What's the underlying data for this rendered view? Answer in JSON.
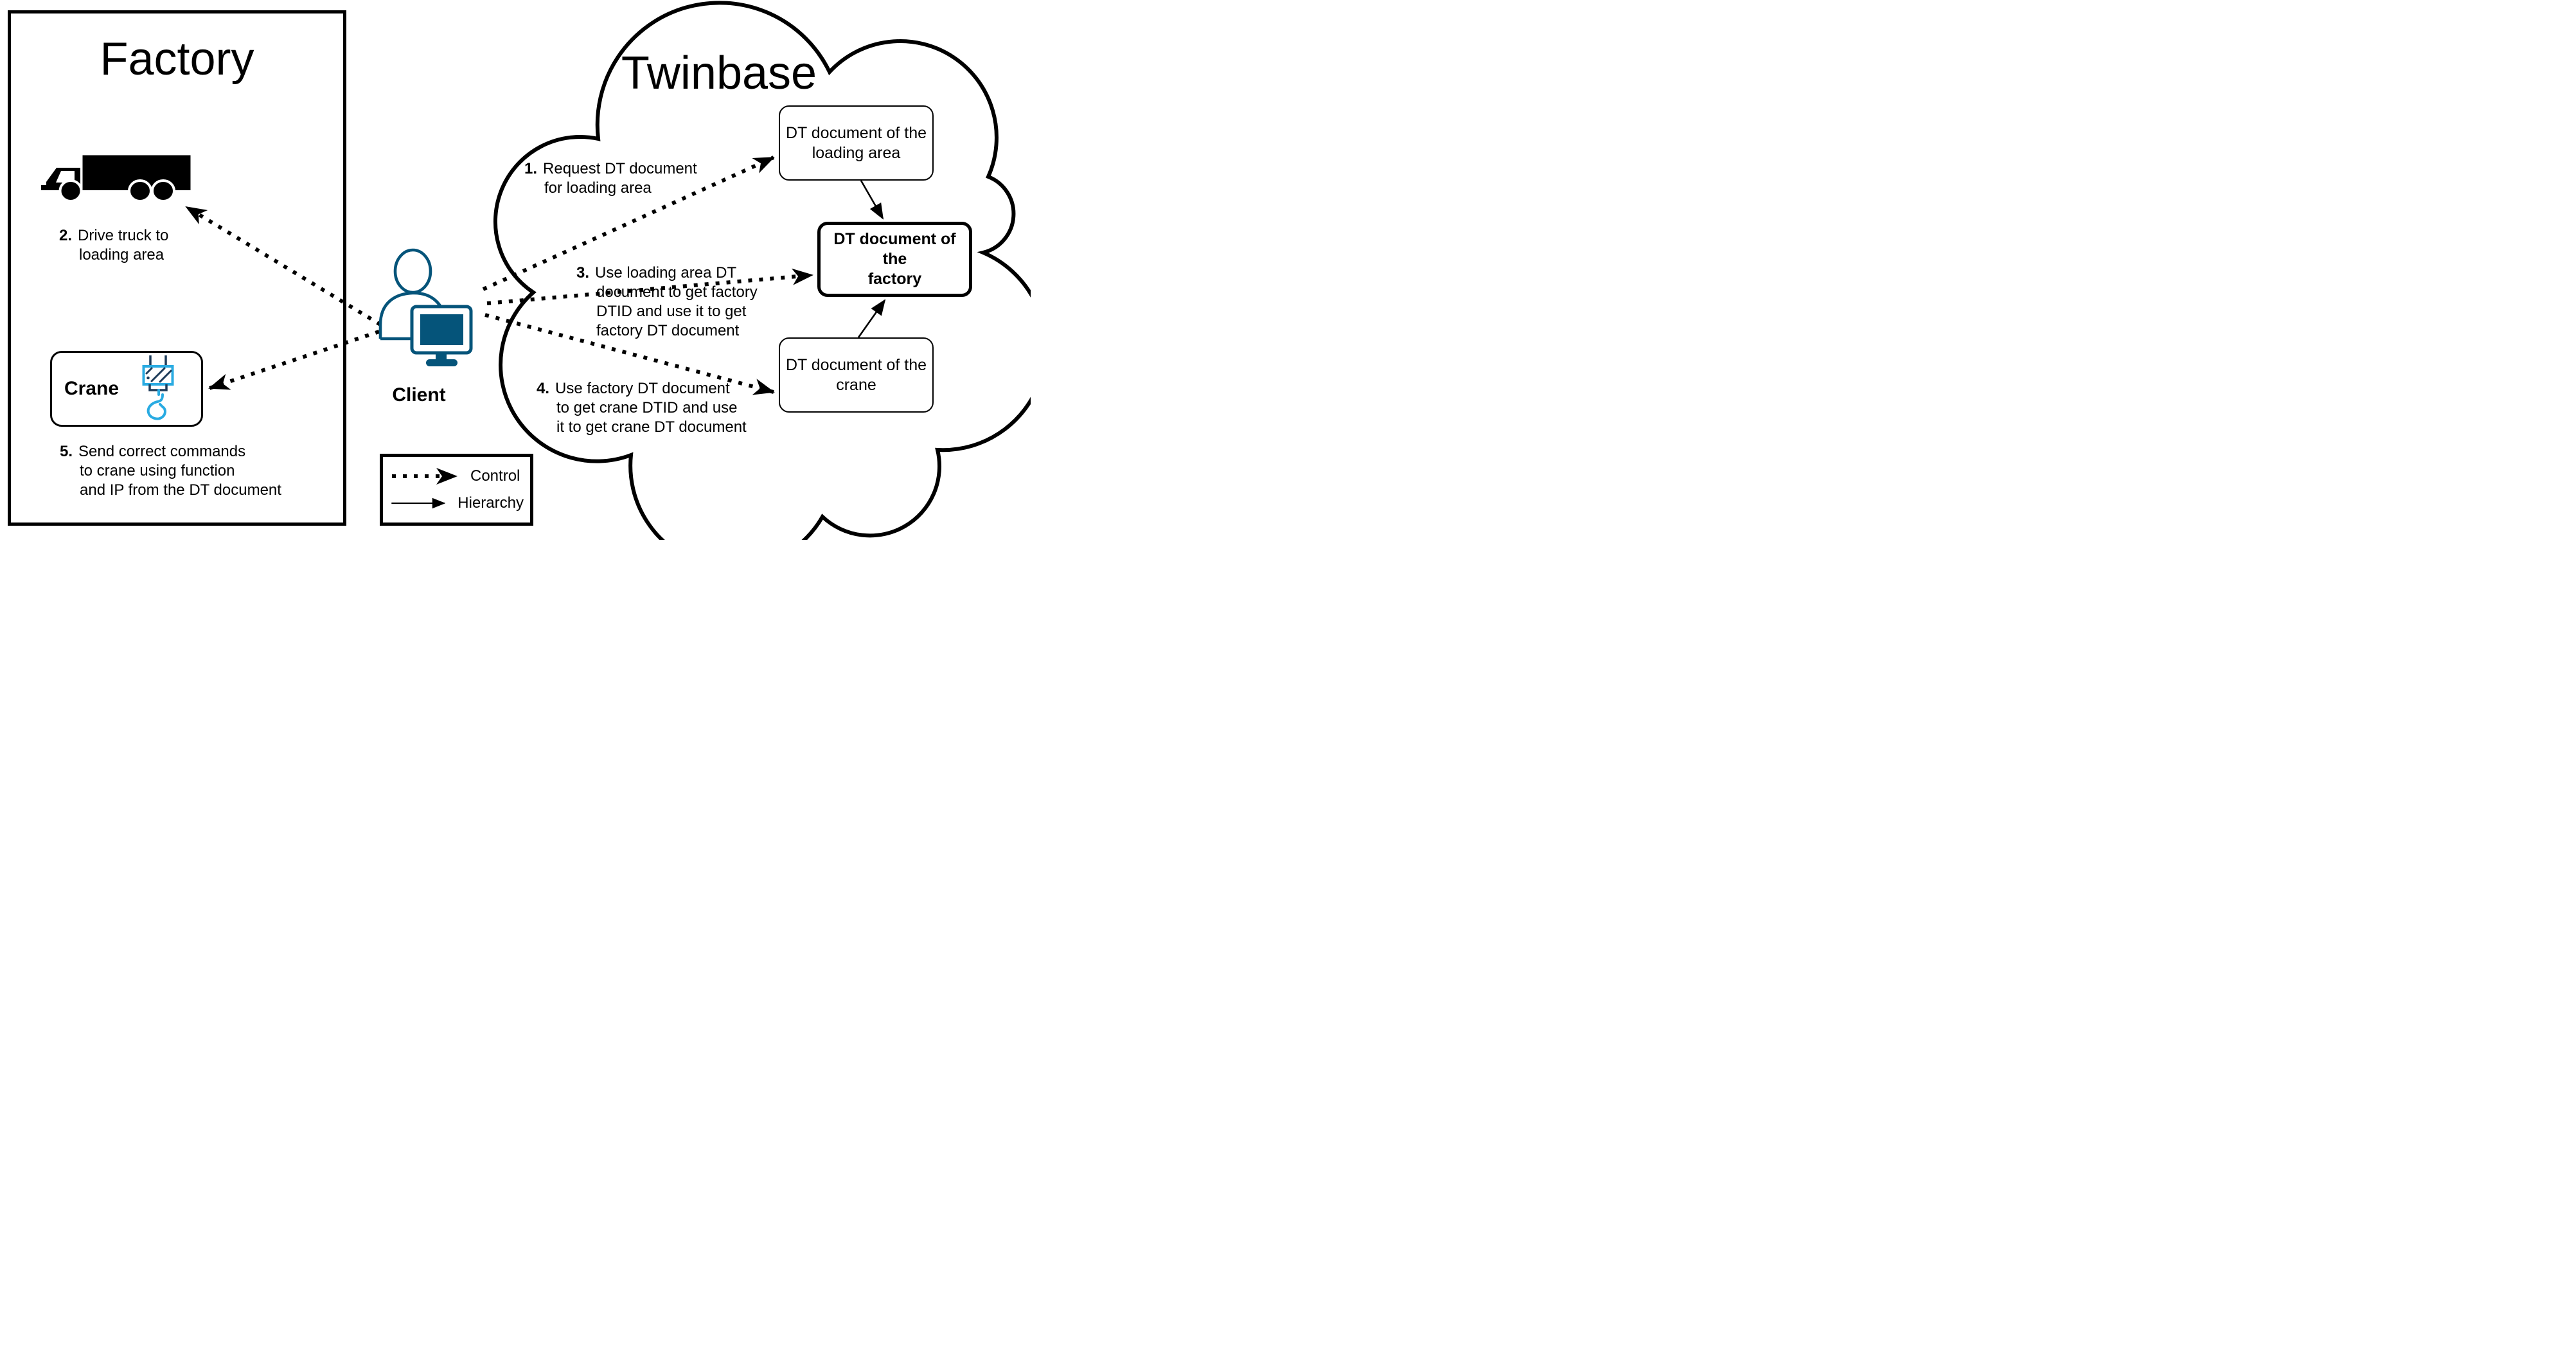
{
  "factory": {
    "title": "Factory",
    "crane": {
      "label": "Crane"
    },
    "steps": {
      "step2": {
        "num": "2.",
        "lines": [
          "Drive truck to",
          "loading area"
        ]
      },
      "step5": {
        "num": "5.",
        "lines": [
          "Send correct commands",
          "to crane using function",
          "and IP from the DT document"
        ]
      }
    }
  },
  "client": {
    "label": "Client"
  },
  "cloud": {
    "title": "Twinbase",
    "steps": {
      "step1": {
        "num": "1.",
        "lines": [
          "Request DT document",
          "for loading area"
        ]
      },
      "step3": {
        "num": "3.",
        "lines": [
          "Use loading area DT",
          "document to get factory",
          "DTID and use it to get",
          "factory DT document"
        ]
      },
      "step4": {
        "num": "4.",
        "lines": [
          "Use factory DT document",
          "to get crane DTID and use",
          "it to get crane DT document"
        ]
      }
    },
    "boxes": {
      "loading_area": {
        "lines": [
          "DT document of the",
          "loading area"
        ]
      },
      "factory": {
        "lines": [
          "DT document of the",
          "factory"
        ]
      },
      "crane": {
        "lines": [
          "DT document of the crane"
        ]
      }
    }
  },
  "legend": {
    "control": "Control",
    "hierarchy": "Hierarchy"
  },
  "colors": {
    "line_black": "#000000",
    "client_teal": "#05547a",
    "crane_light_blue": "#29abe2",
    "crane_navy": "#1e3c5a"
  }
}
